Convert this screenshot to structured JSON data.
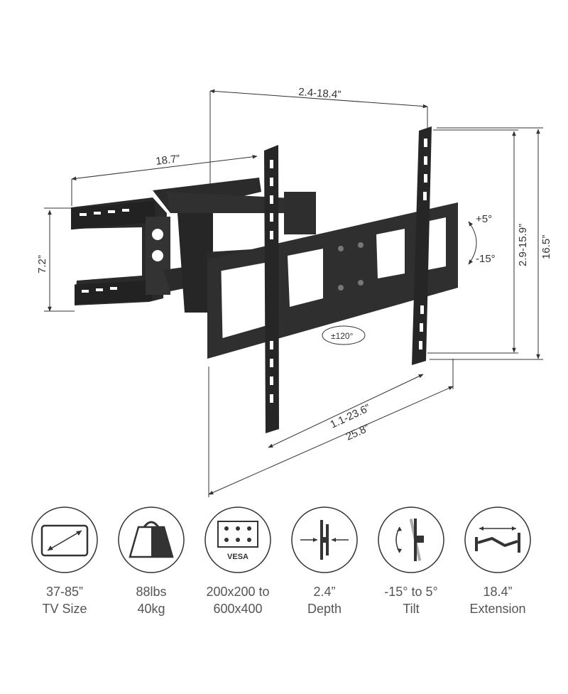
{
  "dimensions": {
    "top_width": "2.4-18.4”",
    "arm_length": "18.7”",
    "wall_plate_height": "7.2”",
    "vertical_range": "2.9-15.9”",
    "total_height": "16.5”",
    "tilt_up": "+5°",
    "tilt_down": "-15°",
    "swivel": "±120°",
    "width_range": "1.1-23.6”",
    "total_width": "25.8”"
  },
  "specs": [
    {
      "icon": "tv-size-icon",
      "line1": "37-85”",
      "line2": "TV Size"
    },
    {
      "icon": "weight-icon",
      "line1": "88lbs",
      "line2": "40kg"
    },
    {
      "icon": "vesa-icon",
      "badge": "VESA",
      "line1": "200x200 to",
      "line2": "600x400"
    },
    {
      "icon": "depth-icon",
      "line1": "2.4”",
      "line2": "Depth"
    },
    {
      "icon": "tilt-icon",
      "line1": "-15° to 5°",
      "line2": "Tilt"
    },
    {
      "icon": "extension-icon",
      "line1": "18.4”",
      "line2": "Extension"
    }
  ]
}
